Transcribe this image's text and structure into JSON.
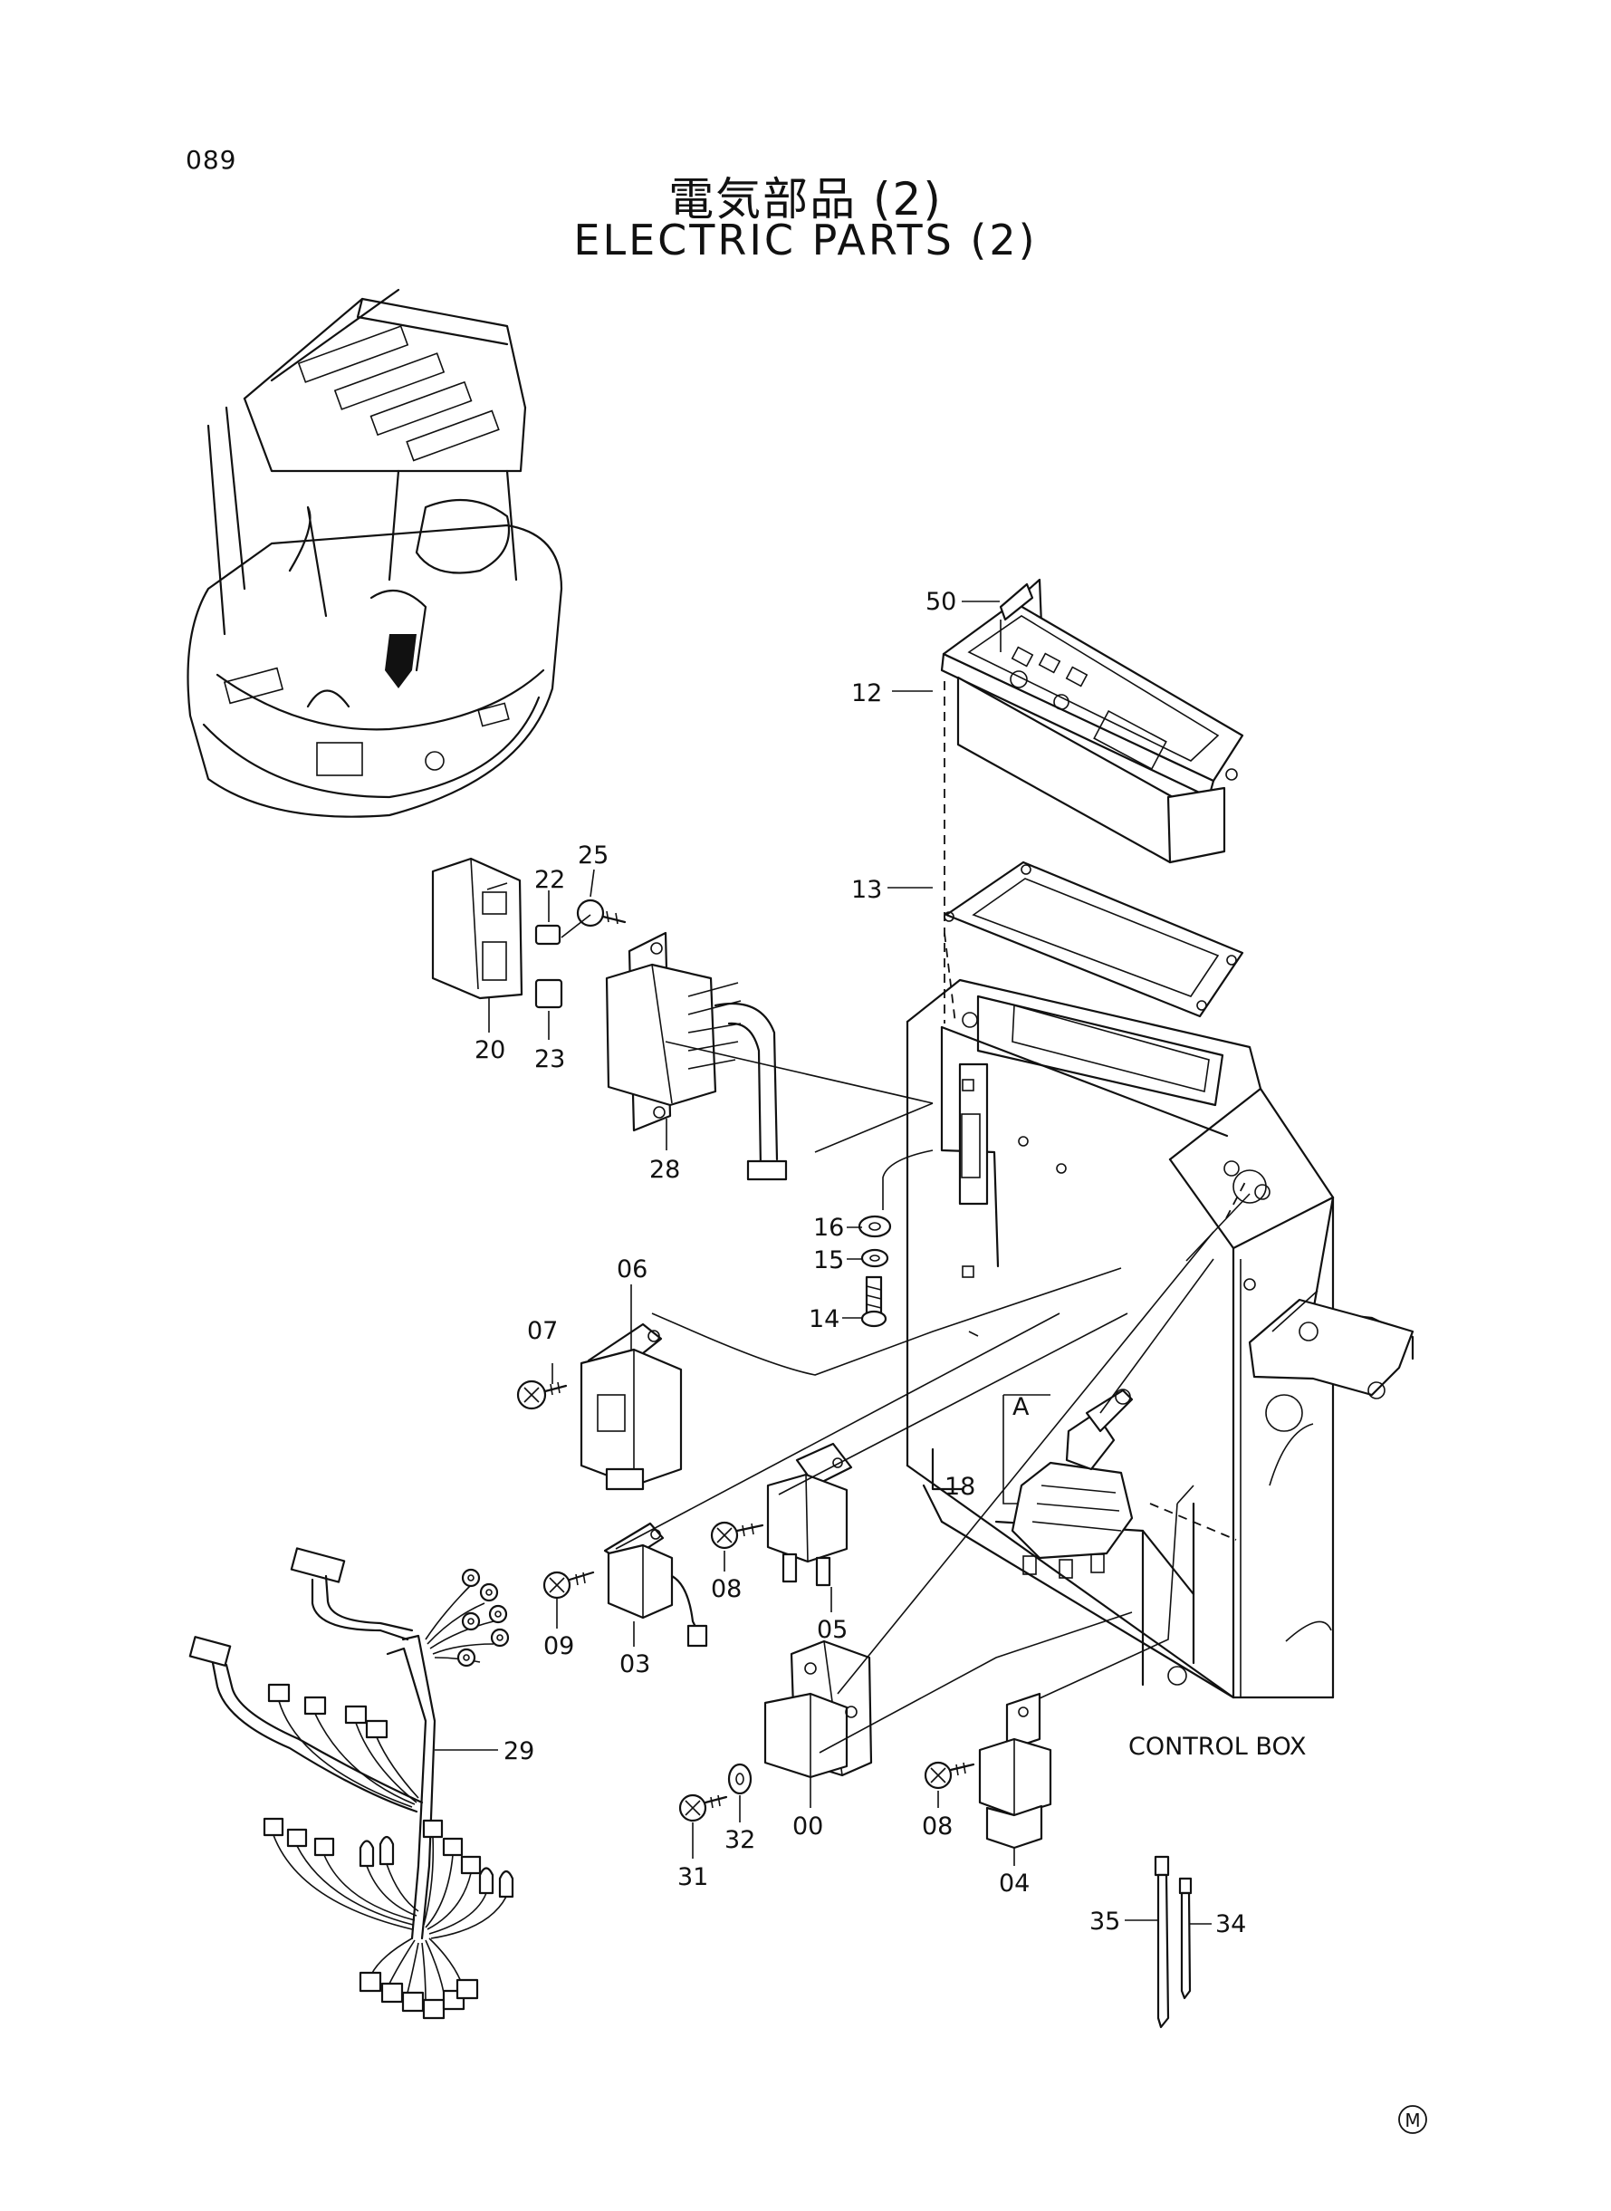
{
  "page_number": "089",
  "title_jp": "電気部品 (2)",
  "title_en": "ELECTRIC PARTS (2)",
  "labels": {
    "p50": "50",
    "p12": "12",
    "p13": "13",
    "p25": "25",
    "p22": "22",
    "p20": "20",
    "p23": "23",
    "p28": "28",
    "p16": "16",
    "p15": "15",
    "p14": "14",
    "p06": "06",
    "p07": "07",
    "pA": "A",
    "p18": "18",
    "p09": "09",
    "p03": "03",
    "p08a": "08",
    "p05": "05",
    "p29": "29",
    "p31": "31",
    "p32": "32",
    "p00": "00",
    "p08b": "08",
    "p04": "04",
    "p35": "35",
    "p34": "34"
  },
  "control_box_label": "CONTROL BOX",
  "mark": "M"
}
